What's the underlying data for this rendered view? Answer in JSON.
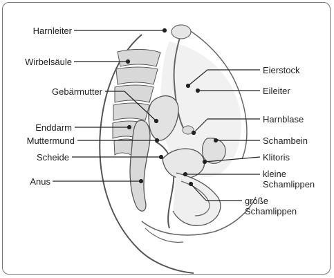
{
  "labels": {
    "harnleiter": "Harnleiter",
    "wirbelsaeule": "Wirbelsäule",
    "gebaermutter": "Gebärmutter",
    "enddarm": "Enddarm",
    "muttermund": "Muttermund",
    "scheide": "Scheide",
    "anus": "Anus",
    "eierstock": "Eierstock",
    "eileiter": "Eileiter",
    "harnblase": "Harnblase",
    "schambein": "Schambein",
    "klitoris": "Klitoris",
    "kleine_schamlippen": "kleine\nSchamlippen",
    "grosse_schamlippen": "große\nSchamlippen"
  },
  "colors": {
    "line": "#222222",
    "frame": "#777777",
    "anatomy_fill": "#ececec",
    "anatomy_stroke": "#555555"
  }
}
